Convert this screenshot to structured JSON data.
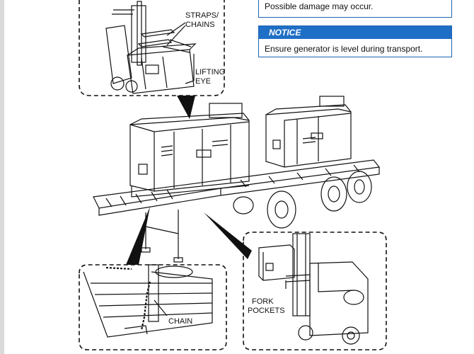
{
  "warning": {
    "text_cut": "",
    "text": "Possible damage may occur."
  },
  "notice": {
    "title": "NOTICE",
    "text": "Ensure generator is level during transport."
  },
  "callouts": {
    "straps_line1": "STRAPS/",
    "straps_line2": "CHAINS",
    "lifting_line1": "LIFTING",
    "lifting_line2": "EYE",
    "fork_line1": "FORK",
    "fork_line2": "POCKETS",
    "chain": "CHAIN"
  },
  "colors": {
    "notice_header": "#1f6fc6",
    "notice_border": "#1e64b4"
  }
}
